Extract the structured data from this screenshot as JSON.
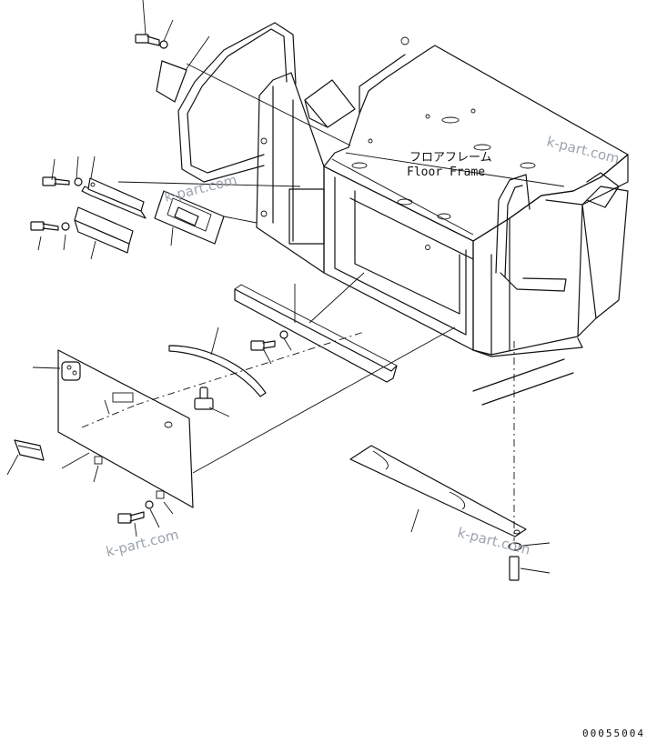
{
  "labels": {
    "floor_frame_jp": "フロアフレーム",
    "floor_frame_en": "Floor Frame"
  },
  "watermarks": [
    "k-part.com",
    "k-part.com",
    "k-part.com",
    "k-part.com"
  ],
  "drawing_number": "00055004"
}
